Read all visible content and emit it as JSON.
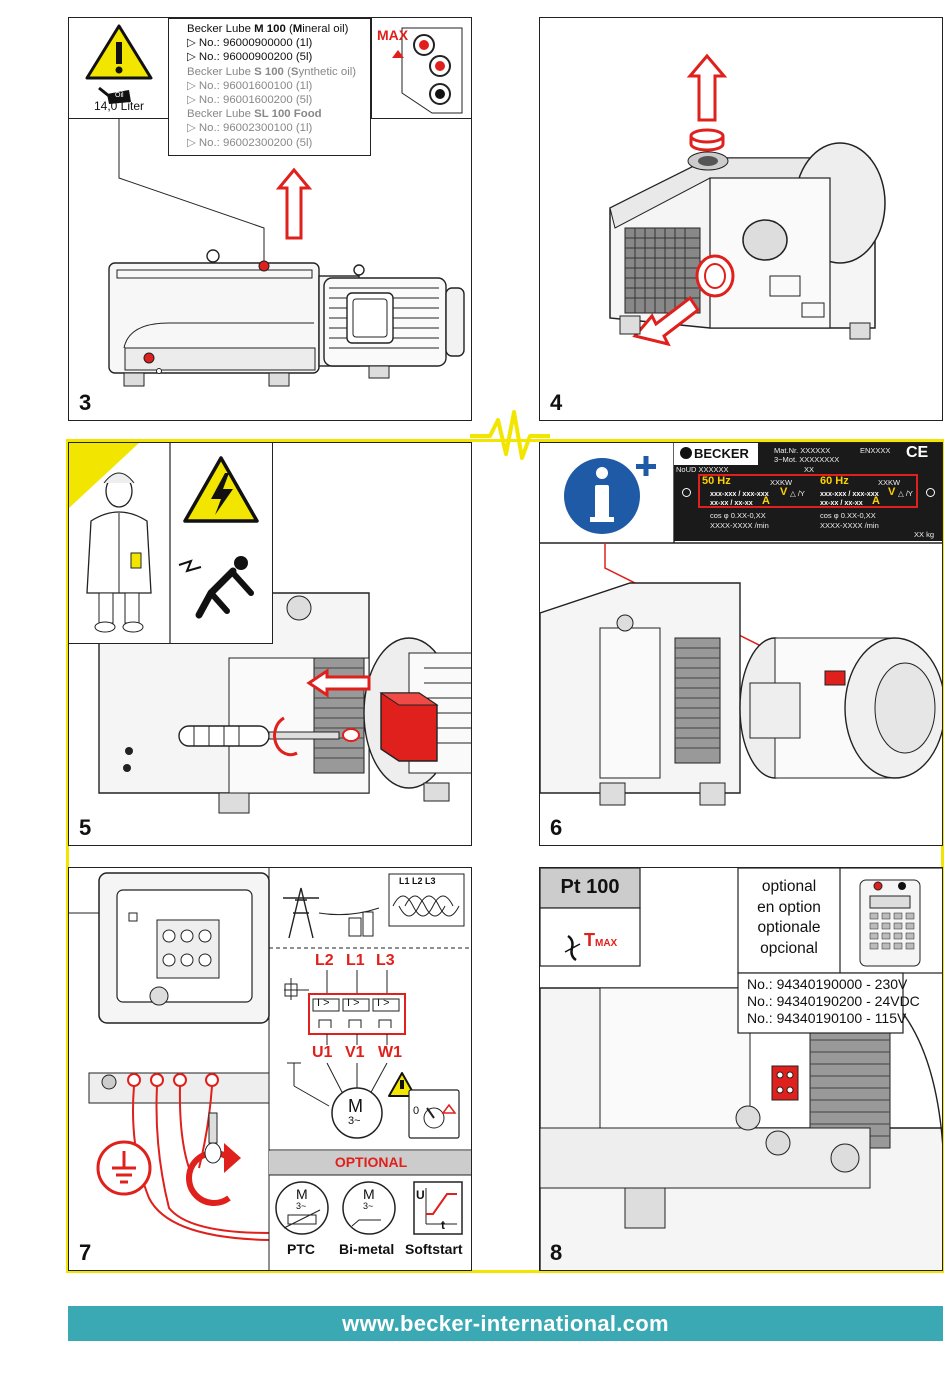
{
  "panel3": {
    "number": "3",
    "oil_volume": "14,0 Liter",
    "oil_can_label": "Oil",
    "max_label": "MAX",
    "lube": {
      "l1_pre": "Becker Lube ",
      "l1_bold": "M 100",
      "l1_mid": " (",
      "l1_m": "M",
      "l1_post": "ineral oil)",
      "l2": "▷ No.: 96000900000 (1l)",
      "l3": "▷ No.: 96000900200 (5l)",
      "l4_pre": "Becker Lube ",
      "l4_bold": "S 100",
      "l4_mid": " (",
      "l4_s": "S",
      "l4_post": "ynthetic oil)",
      "l5": "▷ No.: 96001600100 (1l)",
      "l6": "▷ No.: 96001600200 (5l)",
      "l7_pre": "Becker Lube ",
      "l7_bold": "SL 100 Food",
      "l8": "▷ No.: 96002300100 (1l)",
      "l9": "▷ No.: 96002300200 (5l)"
    }
  },
  "panel4": {
    "number": "4"
  },
  "panel5": {
    "number": "5"
  },
  "panel6": {
    "number": "6",
    "plate": {
      "brand": "BECKER",
      "mat_nr": "Mat.Nr. XXXXXX",
      "mot": "3~Mot. XXXXXXXX",
      "en": "ENXXXX",
      "ce": "CE",
      "noud": "NoUD XXXXXX",
      "xx": "XX",
      "hz50": "50 Hz",
      "hz60": "60 Hz",
      "kw": "XXKW",
      "volts": "xxx-xxx / xxx-xxx",
      "v": "V",
      "delta_y": "△ /Y",
      "amps": "xx-xx / xx-xx",
      "a": "A",
      "cos": "cos φ  0.XX-0,XX",
      "rpm": "XXXX-XXXX /min",
      "kg": "XX kg"
    }
  },
  "panel7": {
    "number": "7",
    "phases": [
      "L2",
      "L1",
      "L3"
    ],
    "wave_labels": "L1 L2 L3",
    "terminals": [
      "U1",
      "V1",
      "W1"
    ],
    "relay": "I >",
    "motor": "M",
    "motor_sub": "3~",
    "optional": "OPTIONAL",
    "opt_items": [
      "PTC",
      "Bi-metal",
      "Softstart"
    ],
    "softstart_u": "U",
    "softstart_t": "t",
    "switch_0": "0"
  },
  "panel8": {
    "number": "8",
    "sensor": "Pt 100",
    "tmax_t": "T",
    "tmax_sub": "MAX",
    "optional_lines": [
      "optional",
      "en option",
      "optionale",
      "opcional"
    ],
    "numbers": [
      "No.: 94340190000 - 230V",
      "No.: 94340190200 - 24VDC",
      "No.: 94340190100 - 115V"
    ]
  },
  "footer": {
    "url": "www.becker-international.com"
  },
  "colors": {
    "red": "#e0201c",
    "yellow": "#f2e600",
    "teal": "#3aa9b4",
    "blue": "#1f5aa6"
  }
}
